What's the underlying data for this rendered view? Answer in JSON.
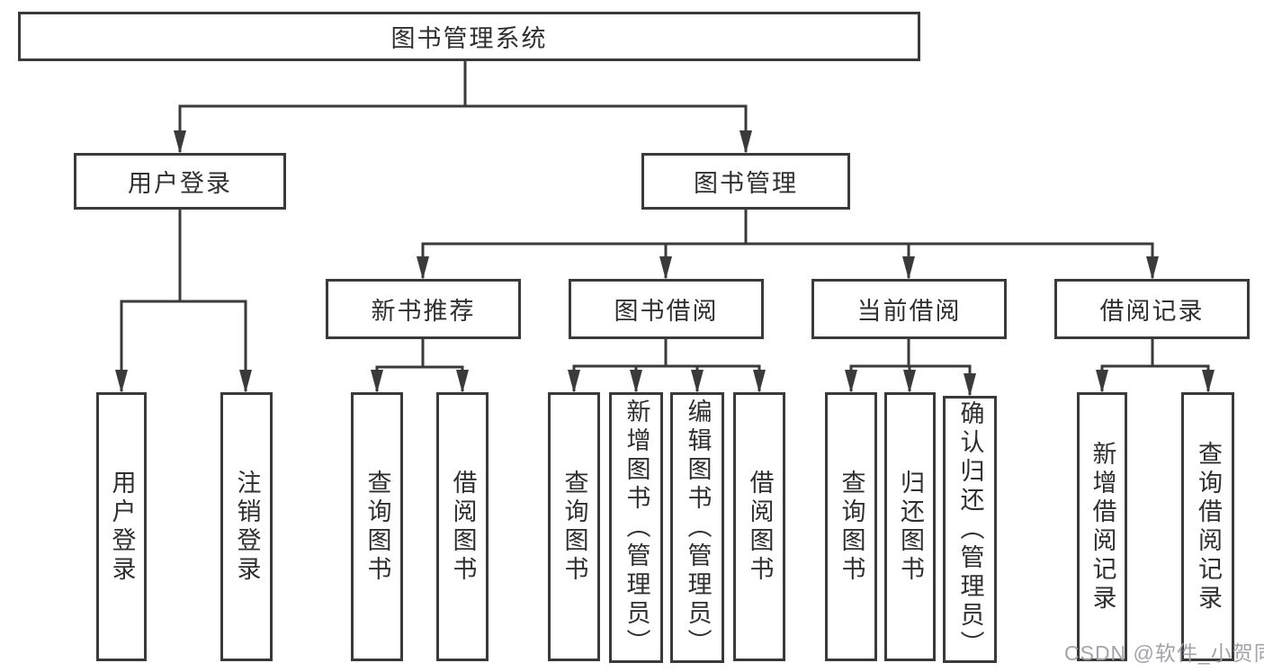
{
  "nodes": {
    "root": "图书管理系统",
    "user_login": "用户登录",
    "book_mgmt": "图书管理",
    "new_book": "新书推荐",
    "book_borrow": "图书借阅",
    "current_borrow": "当前借阅",
    "borrow_record": "借阅记录",
    "user_leaves": [
      "用户登录",
      "注销登录"
    ],
    "new_book_leaves": [
      "查询图书",
      "借阅图书"
    ],
    "book_borrow_leaves": [
      "查询图书",
      "新增图书（管理员）",
      "编辑图书（管理员）",
      "借阅图书"
    ],
    "current_borrow_leaves": [
      "查询图书",
      "归还图书",
      "确认归还（管理员）"
    ],
    "borrow_record_leaves": [
      "新增借阅记录",
      "查询借阅记录"
    ]
  },
  "watermark": {
    "text": "CSDN @软件_小贺同学"
  },
  "colors": {
    "line": "#3a3a3a",
    "box_background": "#ffffff",
    "label_text": "#2f2f2f",
    "watermark_text": "#9e9ea5"
  }
}
